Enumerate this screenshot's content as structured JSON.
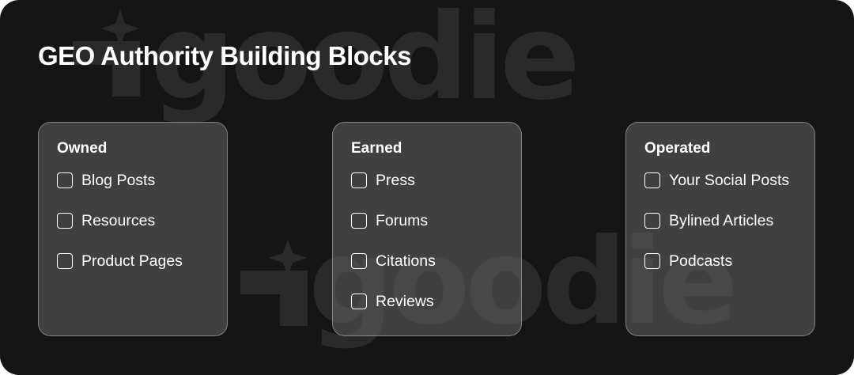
{
  "title": "GEO Authority Building Blocks",
  "watermark": {
    "text": "goodie",
    "icon": "sparkle-arrow-logo"
  },
  "colors": {
    "background": "#151515",
    "card_background": "#4a4a4a",
    "card_border": "#8a8a8a",
    "text": "#ffffff",
    "watermark": "#2a2a2a"
  },
  "cards": [
    {
      "title": "Owned",
      "items": [
        {
          "label": "Blog Posts",
          "checked": false
        },
        {
          "label": "Resources",
          "checked": false
        },
        {
          "label": "Product Pages",
          "checked": false
        }
      ]
    },
    {
      "title": "Earned",
      "items": [
        {
          "label": "Press",
          "checked": false
        },
        {
          "label": "Forums",
          "checked": false
        },
        {
          "label": "Citations",
          "checked": false
        },
        {
          "label": "Reviews",
          "checked": false
        }
      ]
    },
    {
      "title": "Operated",
      "items": [
        {
          "label": "Your Social Posts",
          "checked": false
        },
        {
          "label": "Bylined Articles",
          "checked": false
        },
        {
          "label": "Podcasts",
          "checked": false
        }
      ]
    }
  ]
}
